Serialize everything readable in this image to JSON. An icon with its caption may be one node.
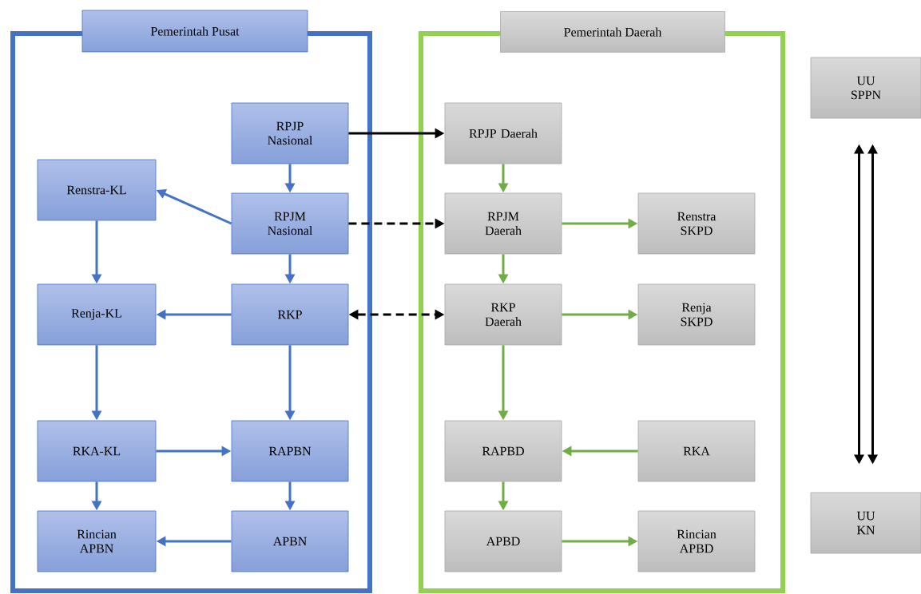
{
  "diagram": {
    "nodes": [
      {
        "text": [
          "Pemerintah Pusat"
        ]
      },
      {
        "text": [
          "RPJP Nasional"
        ],
        "in": 0
      },
      {
        "text": [
          "Renstra-KL"
        ],
        "in": 0
      },
      {
        "text": [
          "RPJM Nasional"
        ],
        "in": 0
      },
      {
        "text": [
          "Renja-KL"
        ],
        "in": 0
      },
      {
        "text": [
          "RKP"
        ],
        "in": 0
      },
      {
        "text": [
          "RKA-KL"
        ],
        "in": 0
      },
      {
        "text": [
          "RAPBN"
        ],
        "in": 0
      },
      {
        "text": [
          "Rincian APBN"
        ],
        "in": 0
      },
      {
        "text": [
          "APBN"
        ],
        "in": 0
      },
      {
        "text": [
          "Pemerintah Daerah"
        ]
      },
      {
        "text": [
          "RPJP Daerah"
        ],
        "in": 10
      },
      {
        "text": [
          "RPJM Daerah"
        ],
        "in": 10
      },
      {
        "text": [
          "Renstra SKPD"
        ],
        "in": 10
      },
      {
        "text": [
          "RKP Daerah"
        ],
        "in": 10
      },
      {
        "text": [
          "Renja SKPD"
        ],
        "in": 10
      },
      {
        "text": [
          "RAPBD"
        ],
        "in": 10
      },
      {
        "text": [
          "RKA"
        ],
        "in": 10
      },
      {
        "text": [
          "APBD"
        ],
        "in": 10
      },
      {
        "text": [
          "Rincian APBD"
        ],
        "in": 10
      },
      {
        "text": [
          "UU SPPN"
        ]
      },
      {
        "text": [
          "UU KN"
        ]
      }
    ],
    "edges": [
      {
        "from": 1,
        "to": 3,
        "arrow": "to"
      },
      {
        "from": 3,
        "to": 2,
        "arrow": "to"
      },
      {
        "from": 3,
        "to": 5,
        "arrow": "to"
      },
      {
        "from": 2,
        "to": 4,
        "arrow": "to"
      },
      {
        "from": 5,
        "to": 4,
        "arrow": "to"
      },
      {
        "from": 4,
        "to": 6,
        "arrow": "to"
      },
      {
        "from": 5,
        "to": 7,
        "arrow": "to"
      },
      {
        "from": 6,
        "to": 7,
        "arrow": "to"
      },
      {
        "from": 6,
        "to": 8,
        "arrow": "to"
      },
      {
        "from": 7,
        "to": 9,
        "arrow": "to"
      },
      {
        "from": 9,
        "to": 8,
        "arrow": "to"
      },
      {
        "from": 1,
        "to": 11,
        "arrow": "to",
        "color": "#000000"
      },
      {
        "from": 3,
        "to": 12,
        "arrow": "to",
        "style": "dashed",
        "color": "#000000"
      },
      {
        "from": 5,
        "to": 14,
        "arrow": "both",
        "style": "dashed",
        "color": "#000000"
      },
      {
        "from": 11,
        "to": 12,
        "arrow": "to",
        "color": "#70ad47"
      },
      {
        "from": 12,
        "to": 13,
        "arrow": "to",
        "color": "#70ad47"
      },
      {
        "from": 12,
        "to": 14,
        "arrow": "to",
        "color": "#70ad47"
      },
      {
        "from": 14,
        "to": 15,
        "arrow": "to",
        "color": "#70ad47"
      },
      {
        "from": 14,
        "to": 16,
        "arrow": "to",
        "color": "#70ad47"
      },
      {
        "from": 17,
        "to": 16,
        "arrow": "to",
        "color": "#70ad47"
      },
      {
        "from": 16,
        "to": 18,
        "arrow": "to",
        "color": "#70ad47"
      },
      {
        "from": 18,
        "to": 19,
        "arrow": "to",
        "color": "#70ad47"
      },
      {
        "from": 20,
        "to": 21,
        "arrow": "both",
        "color": "#000000"
      },
      {
        "from": 20,
        "to": 21,
        "arrow": "both",
        "color": "#000000"
      }
    ]
  }
}
